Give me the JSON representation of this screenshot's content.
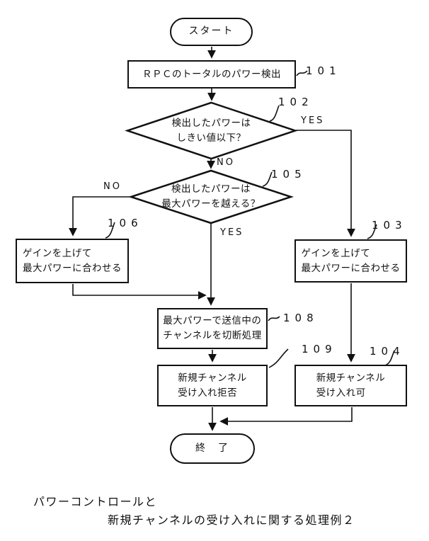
{
  "figure": {
    "type": "flowchart",
    "ink_color": "#111111",
    "background_color": "#ffffff"
  },
  "flowchart": {
    "start": {
      "label": "スタート"
    },
    "end": {
      "label": "終　了"
    },
    "nodes": {
      "n101": {
        "id": "101",
        "text": "ＲＰＣのトータルのパワー検出"
      },
      "n102": {
        "id": "102",
        "text": "検出したパワーは\nしきい値以下？"
      },
      "n105": {
        "id": "105",
        "text": "検出したパワーは\n最大パワーを越える？"
      },
      "n106": {
        "id": "106",
        "text": "ゲインを上げて\n最大パワーに合わせる"
      },
      "n103": {
        "id": "103",
        "text": "ゲインを上げて\n最大パワーに合わせる"
      },
      "n108": {
        "id": "108",
        "text": "最大パワーで送信中の\nチャンネルを切断処理"
      },
      "n109": {
        "id": "109",
        "text": "新規チャンネル\n受け入れ拒否"
      },
      "n104": {
        "id": "104",
        "text": "新規チャンネル\n受け入れ可"
      }
    },
    "branch_labels": {
      "yes_102": "YES",
      "no_102": "NO",
      "no_105": "NO",
      "yes_105": "YES"
    }
  },
  "caption": {
    "line1": "パワーコントロールと",
    "line2": "新規チャンネルの受け入れに関する処理例２"
  }
}
